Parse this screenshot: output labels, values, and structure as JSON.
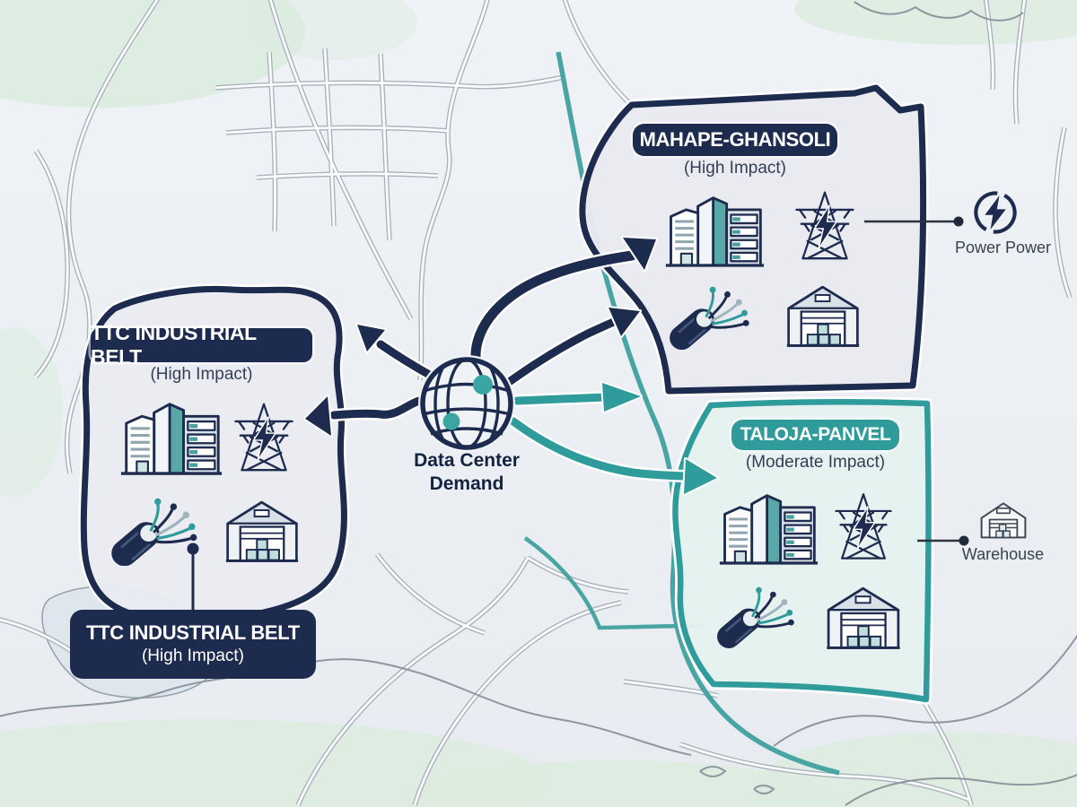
{
  "center": {
    "line1": "Data Center",
    "line2": "Demand",
    "icon": "globe-network-icon"
  },
  "regions": {
    "ttc": {
      "name": "TTC INDUSTRIAL BELT",
      "impact": "(High Impact)",
      "border_color": "#1d2b4e"
    },
    "mahape": {
      "name": "MAHAPE-GHANSOLI",
      "impact": "(High Impact)",
      "border_color": "#1d2b4e"
    },
    "taloja": {
      "name": "TALOJA-PANVEL",
      "impact": "(Moderate Impact)",
      "border_color": "#2f9c9b"
    }
  },
  "map_label": {
    "name": "TTC INDUSTRIAL BELT",
    "impact": "(High Impact)"
  },
  "callouts": {
    "power": {
      "label": "Power Power",
      "icon": "power-bolt-circle-icon"
    },
    "warehouse": {
      "label": "Warehouse",
      "icon": "warehouse-outline-icon"
    }
  },
  "region_icons": {
    "building": "data-center-building-icon",
    "power": "power-transmission-tower-icon",
    "fiber": "fiber-optic-cable-icon",
    "warehouse": "warehouse-boxes-icon"
  },
  "colors": {
    "navy": "#1d2b4e",
    "teal": "#2f9c9b",
    "region_fill_gray": "#e9ebf1",
    "region_fill_mint": "#e4f1ee",
    "map_bg": "#edf0f4",
    "road_gray": "#a9b1ba",
    "water_green": "#dcecdf"
  }
}
